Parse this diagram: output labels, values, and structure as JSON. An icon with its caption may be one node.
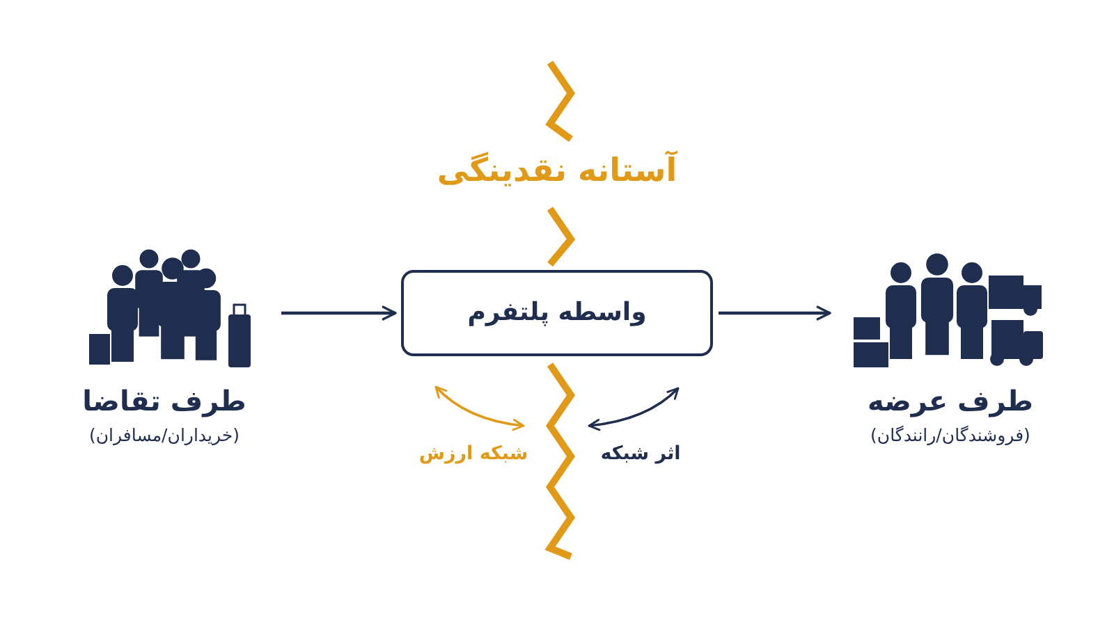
{
  "diagram": {
    "title": "آستانه نقدینگی",
    "nodes": [
      {
        "text": [
          "طرف تقاضا",
          "(خریداران/مسافران)"
        ]
      },
      {
        "text": [
          "واسطه پلتفرم"
        ]
      },
      {
        "text": [
          "طرف عرضه",
          "(فروشندگان/رانندگان)"
        ]
      }
    ],
    "edges": [
      {
        "from": 0,
        "to": 1,
        "arrow": "to"
      },
      {
        "from": 1,
        "to": 2,
        "arrow": "to"
      }
    ],
    "labels": [
      "شبکه ارزش",
      "اثر شبکه"
    ]
  }
}
